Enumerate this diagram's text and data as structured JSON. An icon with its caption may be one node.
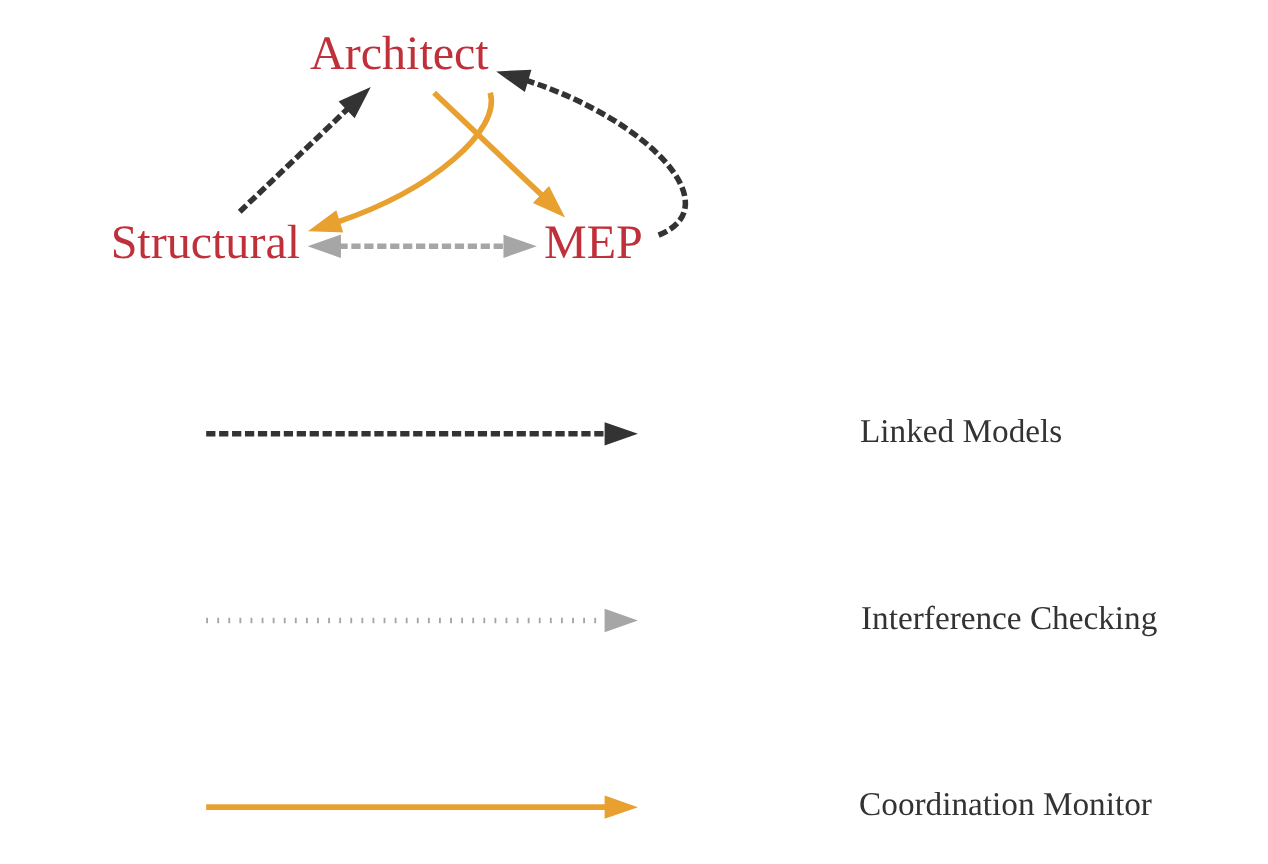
{
  "diagram": {
    "nodes": [
      {
        "text": [
          "Architect"
        ]
      },
      {
        "text": [
          "Structural"
        ]
      },
      {
        "text": [
          "MEP"
        ]
      }
    ],
    "edges": [
      {
        "from": 1,
        "to": 0,
        "arrow": "to",
        "style": "dashed",
        "color": "#333333"
      },
      {
        "from": 0,
        "to": 1,
        "arrow": "to",
        "color": "#e8a02f"
      },
      {
        "from": 0,
        "to": 2,
        "arrow": "to",
        "color": "#e8a02f"
      },
      {
        "from": 2,
        "to": 0,
        "arrow": "to",
        "style": "dashed",
        "color": "#333333"
      },
      {
        "from": 1,
        "to": 2,
        "arrow": "both",
        "style": "dashed",
        "color": "#a6a6a6"
      }
    ],
    "legend": [
      {
        "text": "Linked Models"
      },
      {
        "text": "Interference Checking"
      },
      {
        "text": "Coordination Monitor"
      }
    ]
  }
}
